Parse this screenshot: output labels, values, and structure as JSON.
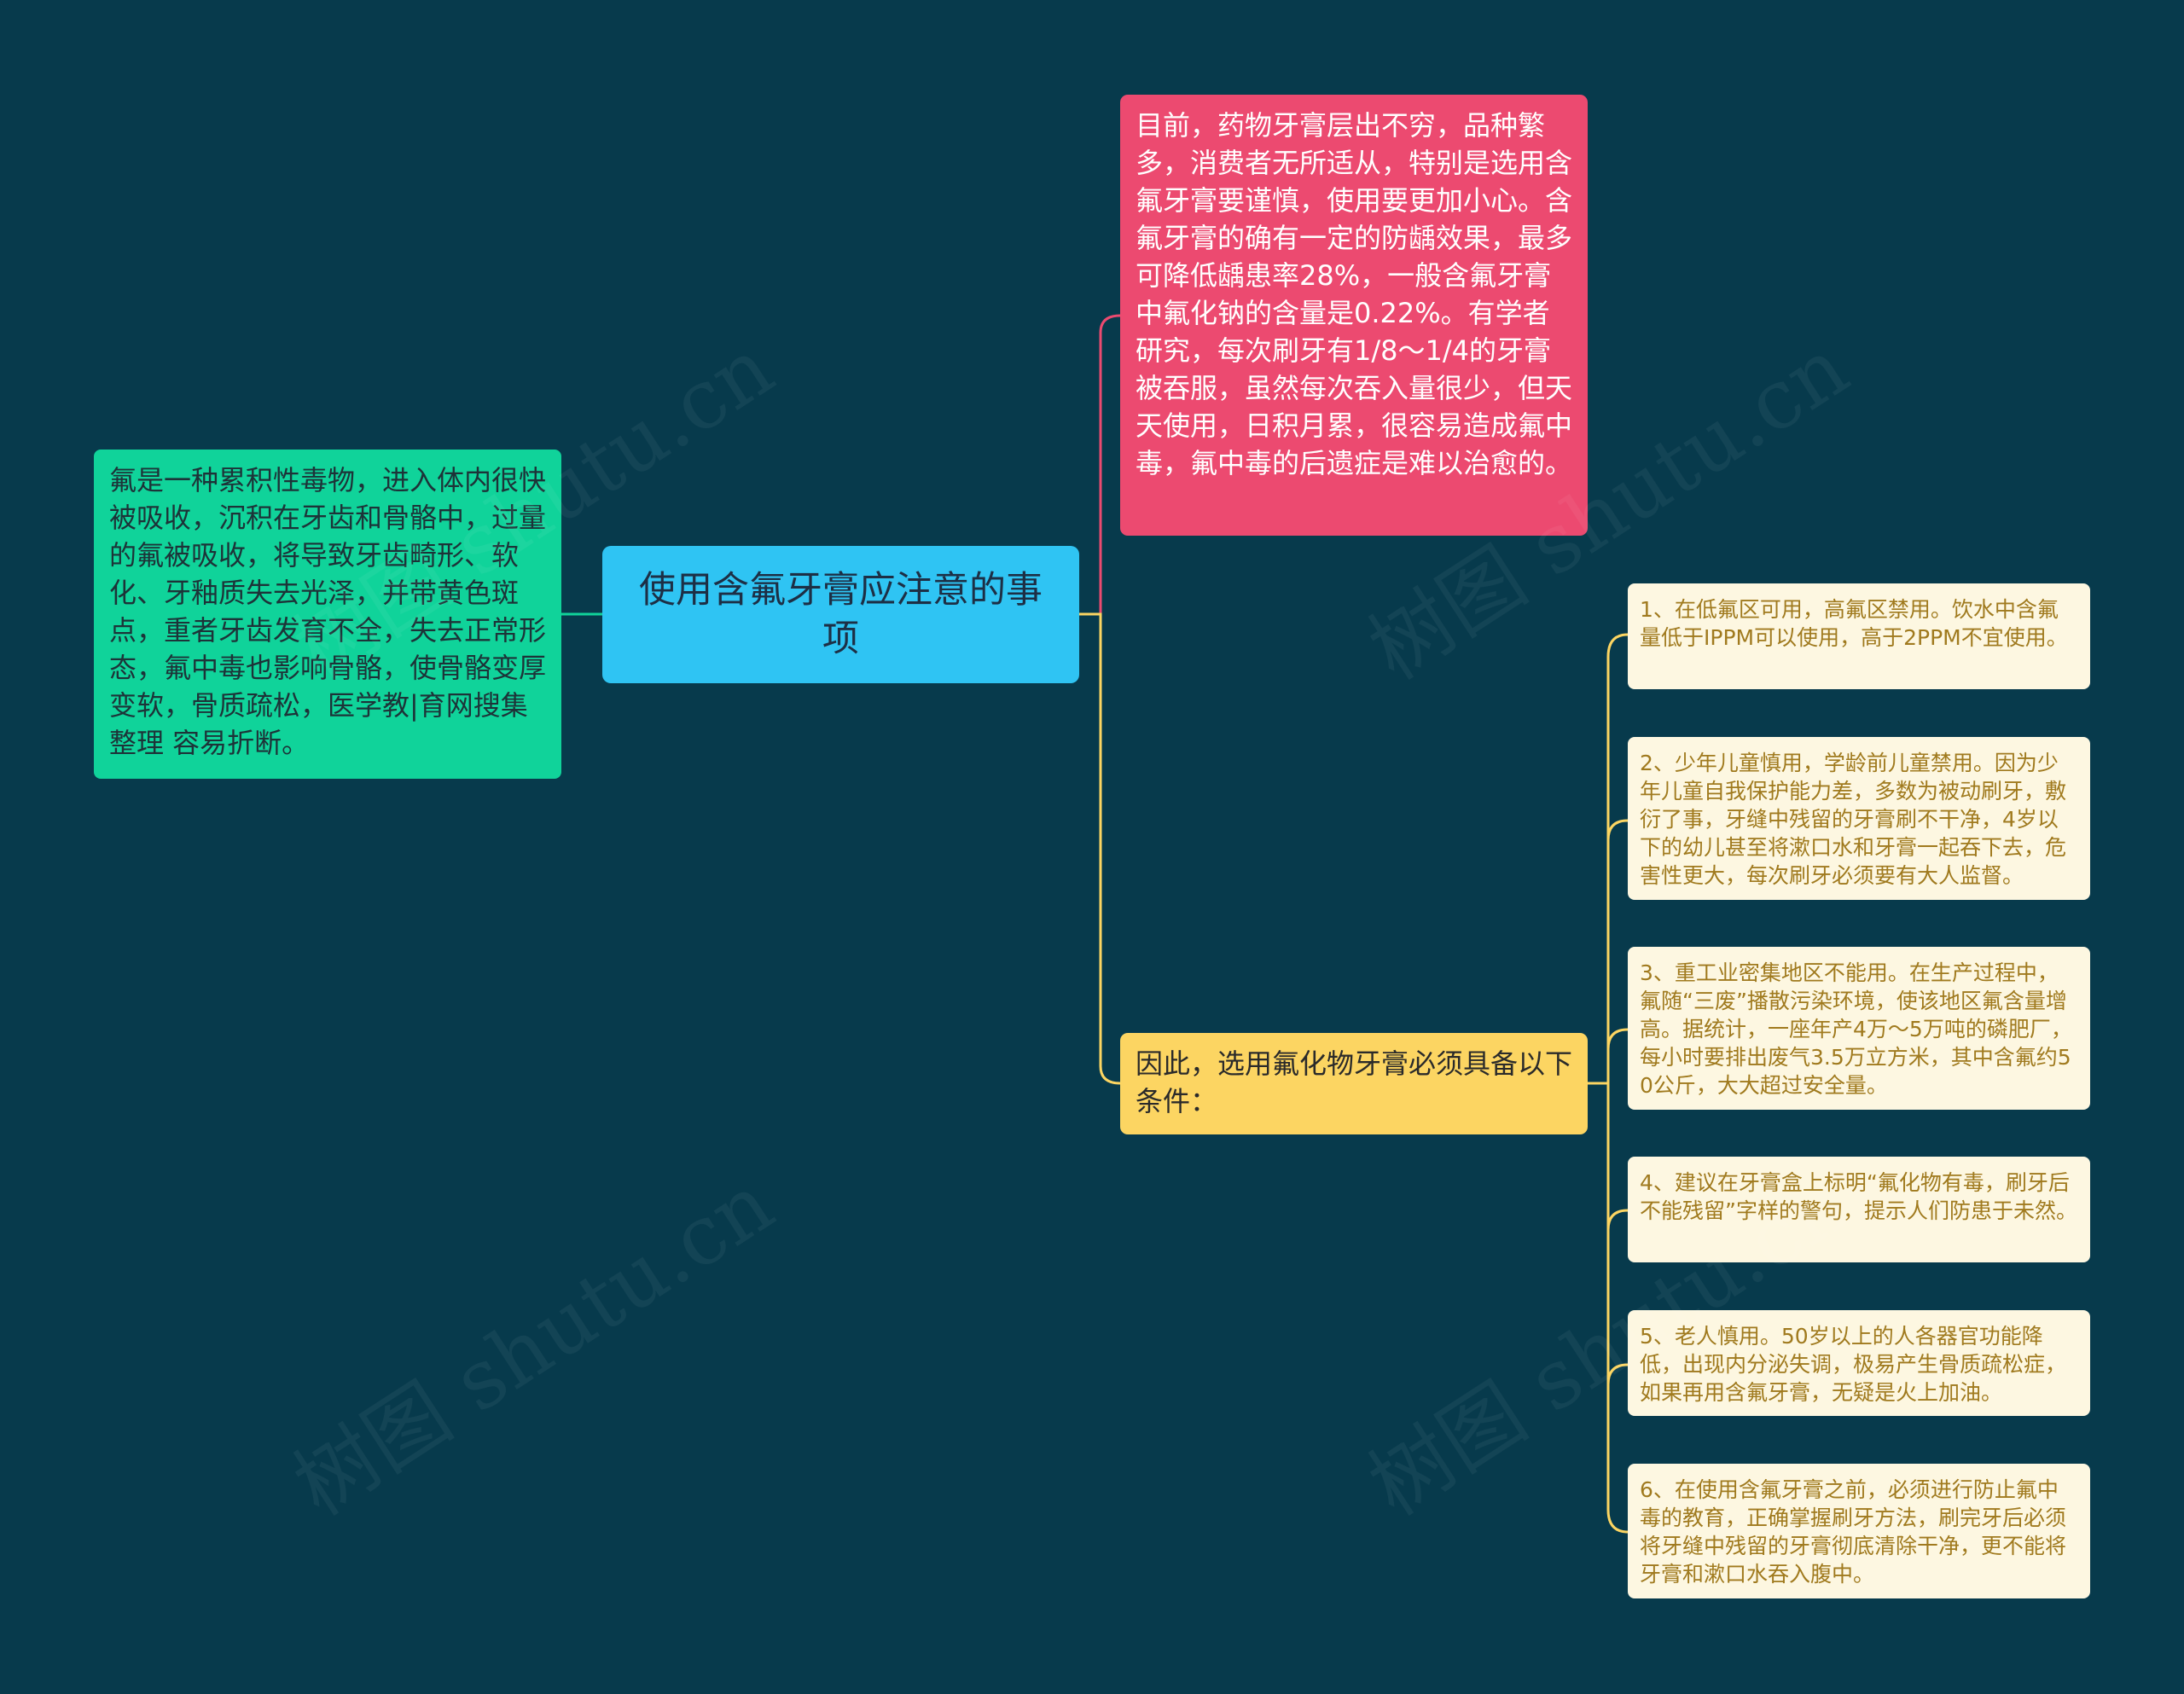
{
  "diagram": {
    "center_topic": "使用含氟牙膏应注意的事项",
    "left_note": "氟是一种累积性毒物，进入体内很快被吸收，沉积在牙齿和骨骼中，过量的氟被吸收，将导致牙齿畸形、软化、牙釉质失去光泽，并带黄色斑点，重者牙齿发育不全，失去正常形态，氟中毒也影响骨骼，使骨骼变厚变软，骨质疏松，医学教|育网搜集整理 容易折断。",
    "right_info": "目前，药物牙膏层出不穷，品种繁多，消费者无所适从，特别是选用含氟牙膏要谨慎，使用要更加小心。含氟牙膏的确有一定的防龋效果，最多可降低龋患率28%，一般含氟牙膏中氟化钠的含量是0.22%。有学者研究，每次刷牙有1/8～1/4的牙膏被吞服，虽然每次吞入量很少，但天天使用，日积月累，很容易造成氟中毒，氟中毒的后遗症是难以治愈的。",
    "conditions_title": "因此，选用氟化物牙膏必须具备以下条件：",
    "conditions": [
      "1、在低氟区可用，高氟区禁用。饮水中含氟量低于IPPM可以使用，高于2PPM不宜使用。",
      "2、少年儿童慎用，学龄前儿童禁用。因为少年儿童自我保护能力差，多数为被动刷牙，敷衍了事，牙缝中残留的牙膏刷不干净，4岁以下的幼儿甚至将漱口水和牙膏一起吞下去，危害性更大，每次刷牙必须要有大人监督。",
      "3、重工业密集地区不能用。在生产过程中，氟随“三废”播散污染环境，使该地区氟含量增高。据统计，一座年产4万～5万吨的磷肥厂，每小时要排出废气3.5万立方米，其中含氟约50公斤，大大超过安全量。",
      "4、建议在牙膏盒上标明“氟化物有毒，刷牙后不能残留”字样的警句，提示人们防患于未然。",
      "5、老人慎用。50岁以上的人各器官功能降低，出现内分泌失调，极易产生骨质疏松症，如果再用含氟牙膏，无疑是火上加油。",
      "6、在使用含氟牙膏之前，必须进行防止氟中毒的教育，正确掌握刷牙方法，刷完牙后必须将牙缝中残留的牙膏彻底清除干净，更不能将牙膏和漱口水吞入腹中。"
    ]
  },
  "colors": {
    "background": "#073a4c",
    "center": "#2fc4f3",
    "left_node": "#10d39a",
    "red_node": "#ec4a70",
    "yellow_node": "#fcd562",
    "condition_box": "#fdf7e1",
    "link_left": "#10d39a",
    "link_red": "#ec4a70",
    "link_yellow": "#fcd562"
  },
  "watermark": "树图 shutu.cn"
}
